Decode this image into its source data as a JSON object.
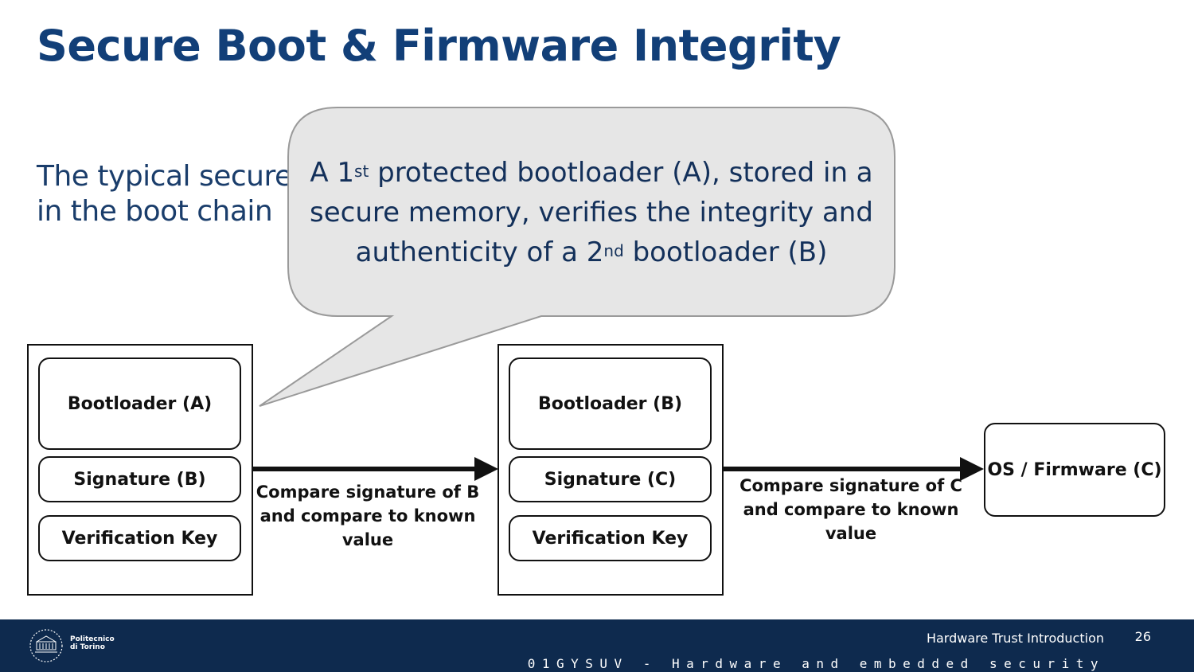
{
  "slide": {
    "title": "Secure Boot & Firmware Integrity",
    "body_line1": "The typical secure boot process verifies each component",
    "body_line2": "in the boot chain"
  },
  "callout": {
    "part1": "A 1",
    "sup1": "st",
    "part2": " protected bootloader (A), stored in a secure memory, verifies the integrity and authenticity of a 2",
    "sup2": "nd",
    "part3": " bootloader (B)"
  },
  "diagram": {
    "stage_a": {
      "bootloader": "Bootloader (A)",
      "signature": "Signature (B)",
      "key": "Verification Key"
    },
    "arrow1": {
      "line1": "Compare signature of B",
      "line2": "and compare to known",
      "line3": "value"
    },
    "stage_b": {
      "bootloader": "Bootloader (B)",
      "signature": "Signature (C)",
      "key": "Verification Key"
    },
    "arrow2": {
      "line1": "Compare signature of C",
      "line2": "and compare to known",
      "line3": "value"
    },
    "os": "OS / Firmware (C)"
  },
  "footer": {
    "logo_line1": "Politecnico",
    "logo_line2": "di Torino",
    "deck_title": "Hardware Trust Introduction",
    "page_number": "26",
    "course": "01GYSUV - Hardware and embedded security"
  },
  "colors": {
    "title": "#123f78",
    "footer_bg": "#0e2a4e",
    "callout_bg": "#e6e6e6"
  }
}
